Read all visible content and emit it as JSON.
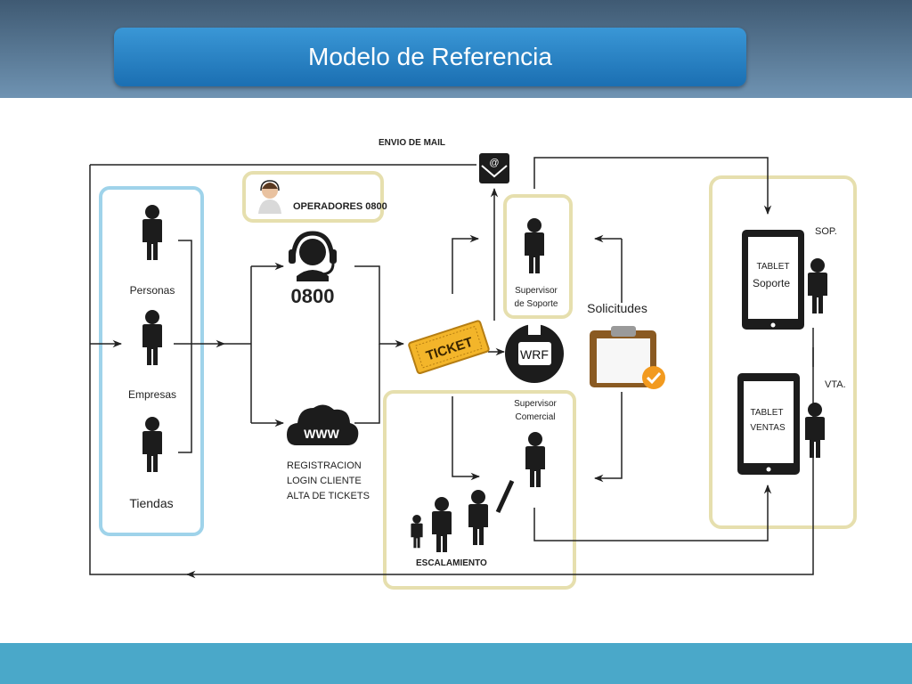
{
  "slide": {
    "title": "Modelo  de Referencia"
  },
  "diagram": {
    "mail_label": "ENVIO DE MAIL",
    "operators_label": "OPERADORES 0800",
    "phone_number": "0800",
    "www_label": "WWW",
    "web_functions": [
      "REGISTRACION",
      "LOGIN CLIENTE",
      "ALTA DE TICKETS"
    ],
    "client_types": [
      "Personas",
      "Empresas",
      "Tiendas"
    ],
    "ticket_label": "TICKET",
    "wrf_label": "WRF",
    "support_supervisor": [
      "Supervisor",
      "de Soporte"
    ],
    "requests_label": "Solicitudes",
    "commercial_supervisor": [
      "Supervisor",
      "Comercial"
    ],
    "escalation_label": "ESCALAMIENTO",
    "support_tag": "SOP.",
    "sales_tag": "VTA.",
    "support_tablet": [
      "TABLET",
      "Soporte"
    ],
    "sales_tablet": [
      "TABLET",
      "VENTAS"
    ]
  },
  "colors": {
    "title_bar": "#2581c4",
    "header_band": "#5a7b98",
    "footer_band": "#4aa8c9",
    "clients_box": "#9fd3ea",
    "group_box": "#e6dfae",
    "ticket": "#f3b52a",
    "icons": "#1c1c1c"
  },
  "icons": [
    "envelope-at-icon",
    "operator-avatar-icon",
    "headset-icon",
    "cloud-icon",
    "ticket-icon",
    "clipboard-check-icon",
    "tablet-icon",
    "person-icon"
  ]
}
